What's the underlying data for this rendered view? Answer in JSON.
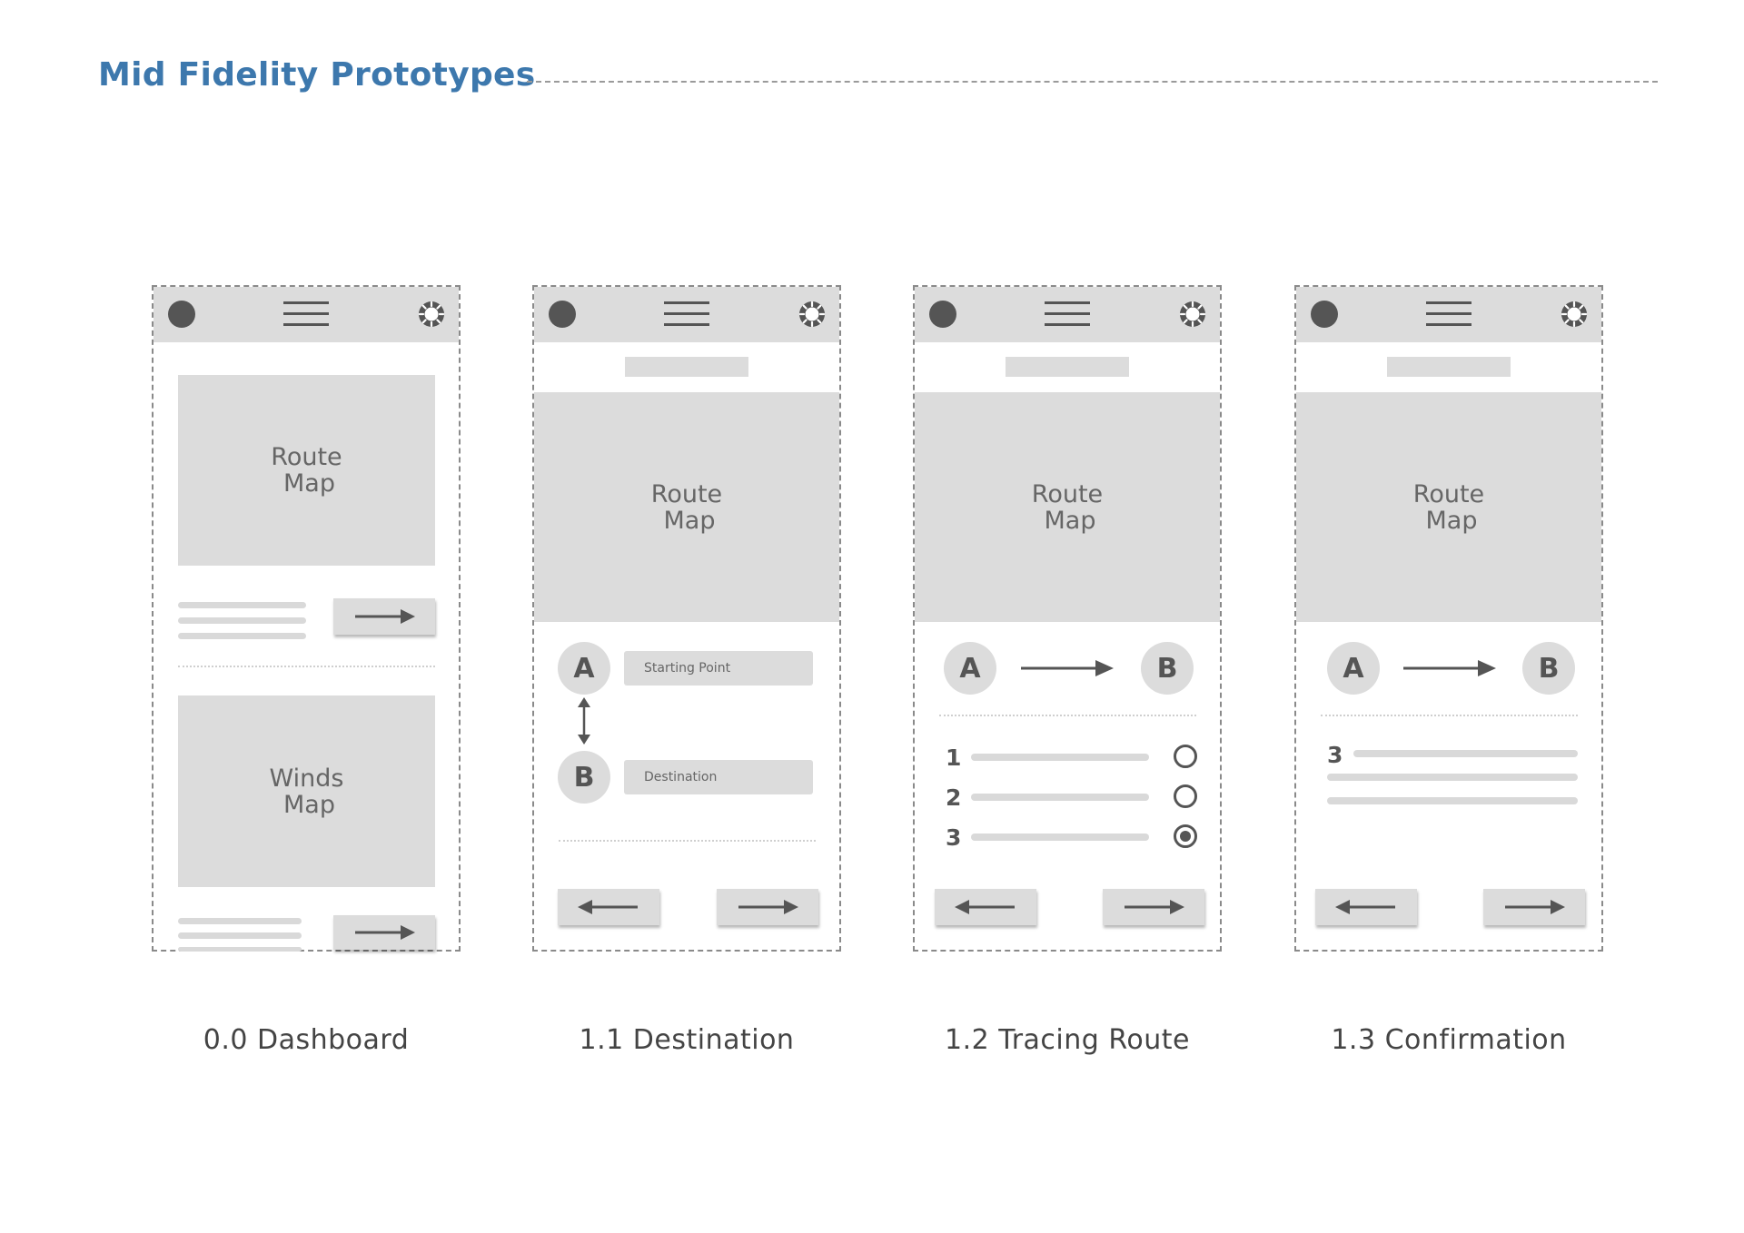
{
  "page": {
    "title": "Mid Fidelity Prototypes"
  },
  "colors": {
    "title": "#3d78ad",
    "placeholder_gray": "#dcdcdc",
    "icon_dark": "#555555",
    "frame_border": "#8a8a8a"
  },
  "icons": {
    "header_left": "avatar-circle",
    "header_center": "hamburger-menu-icon",
    "header_right": "gear-icon",
    "forward": "arrow-right-icon",
    "back": "arrow-left-icon",
    "swap": "double-arrow-vertical-icon"
  },
  "screens": [
    {
      "caption": "0.0 Dashboard",
      "route_map_label": [
        "Route",
        "Map"
      ],
      "winds_map_label": [
        "Winds",
        "Map"
      ]
    },
    {
      "caption": "1.1 Destination",
      "route_map_label": [
        "Route",
        "Map"
      ],
      "point_a": "A",
      "point_b": "B",
      "starting_point_placeholder": "Starting Point",
      "destination_placeholder": "Destination"
    },
    {
      "caption": "1.2 Tracing Route",
      "route_map_label": [
        "Route",
        "Map"
      ],
      "point_a": "A",
      "point_b": "B",
      "routes": [
        {
          "number": "1",
          "selected": false
        },
        {
          "number": "2",
          "selected": false
        },
        {
          "number": "3",
          "selected": true
        }
      ]
    },
    {
      "caption": "1.3 Confirmation",
      "route_map_label": [
        "Route",
        "Map"
      ],
      "point_a": "A",
      "point_b": "B",
      "selected_route_number": "3"
    }
  ]
}
